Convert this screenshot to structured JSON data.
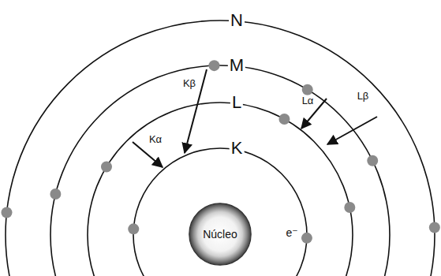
{
  "diagram": {
    "nodes": [
      {
        "text": [
          "Núcleo"
        ]
      }
    ],
    "labels": [
      "N",
      "M",
      "L",
      "K",
      "Kβ",
      "Lα",
      "Lβ",
      "Kα",
      "e⁻"
    ]
  }
}
